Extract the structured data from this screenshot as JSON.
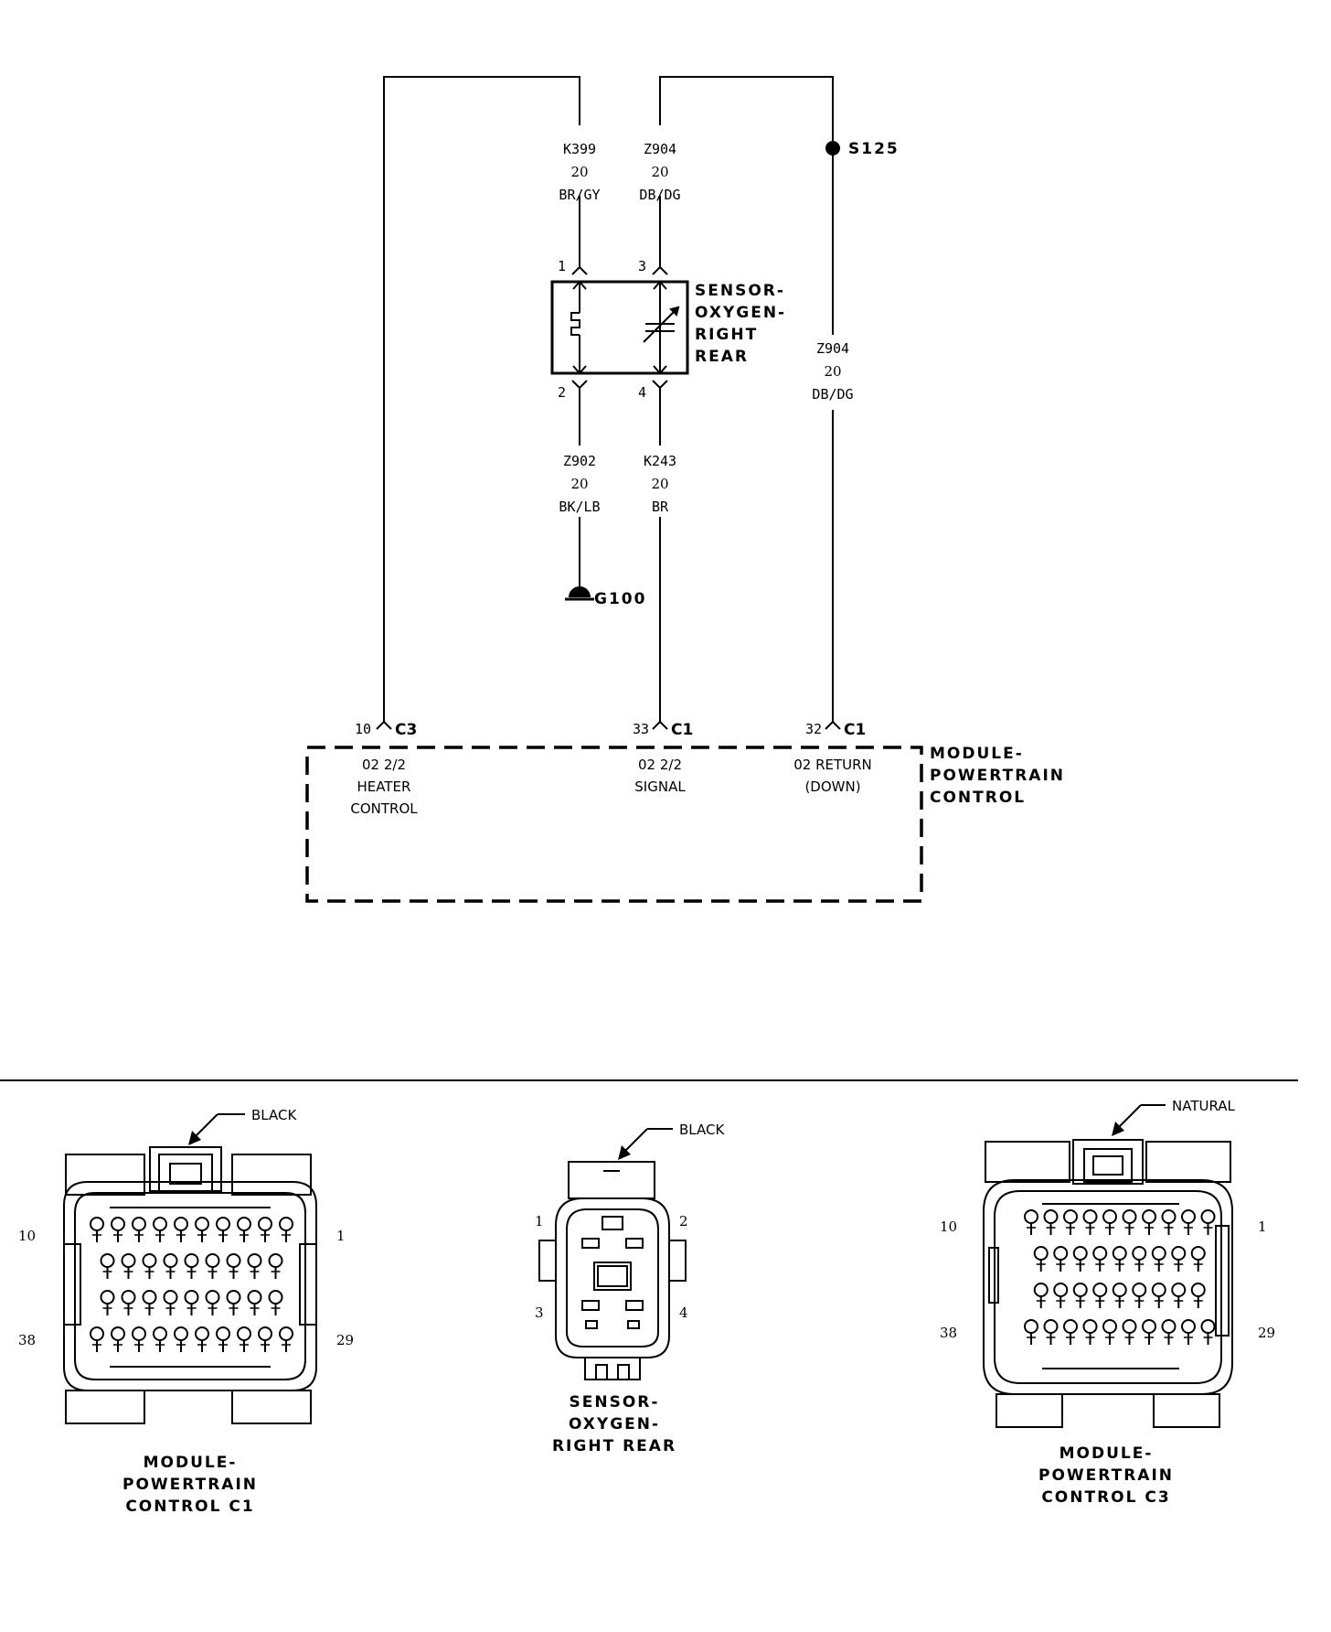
{
  "wires": {
    "k399": {
      "code": "K399",
      "gauge": "20",
      "color": "BR/GY"
    },
    "z904_top": {
      "code": "Z904",
      "gauge": "20",
      "color": "DB/DG"
    },
    "z904_right": {
      "code": "Z904",
      "gauge": "20",
      "color": "DB/DG"
    },
    "z902": {
      "code": "Z902",
      "gauge": "20",
      "color": "BK/LB"
    },
    "k243": {
      "code": "K243",
      "gauge": "20",
      "color": "BR"
    }
  },
  "splice": {
    "label": "S125"
  },
  "ground": {
    "label": "G100"
  },
  "sensor": {
    "title_lines": [
      "SENSOR-",
      "OXYGEN-",
      "RIGHT",
      "REAR"
    ],
    "pins": {
      "p1": "1",
      "p2": "2",
      "p3": "3",
      "p4": "4"
    }
  },
  "pcm": {
    "title_lines": [
      "MODULE-",
      "POWERTRAIN",
      "CONTROL"
    ],
    "heater": {
      "cavity": "10",
      "connector": "C3",
      "func_lines": [
        "02 2/2",
        "HEATER",
        "CONTROL"
      ]
    },
    "signal": {
      "cavity": "33",
      "connector": "C1",
      "func_lines": [
        "02 2/2",
        "SIGNAL"
      ]
    },
    "return": {
      "cavity": "32",
      "connector": "C1",
      "func_lines": [
        "02 RETURN",
        "(DOWN)"
      ]
    }
  },
  "connector_views": {
    "c1": {
      "color_note": "BLACK",
      "pin_labels": {
        "top_left": "10",
        "top_right": "1",
        "bottom_left": "38",
        "bottom_right": "29"
      },
      "title_lines": [
        "MODULE-",
        "POWERTRAIN",
        "CONTROL C1"
      ]
    },
    "o2": {
      "color_note": "BLACK",
      "pin_labels": {
        "p1": "1",
        "p2": "2",
        "p3": "3",
        "p4": "4"
      },
      "title_lines": [
        "SENSOR-",
        "OXYGEN-",
        "RIGHT REAR"
      ]
    },
    "c3": {
      "color_note": "NATURAL",
      "pin_labels": {
        "top_left": "10",
        "top_right": "1",
        "bottom_left": "38",
        "bottom_right": "29"
      },
      "title_lines": [
        "MODULE-",
        "POWERTRAIN",
        "CONTROL C3"
      ]
    }
  }
}
